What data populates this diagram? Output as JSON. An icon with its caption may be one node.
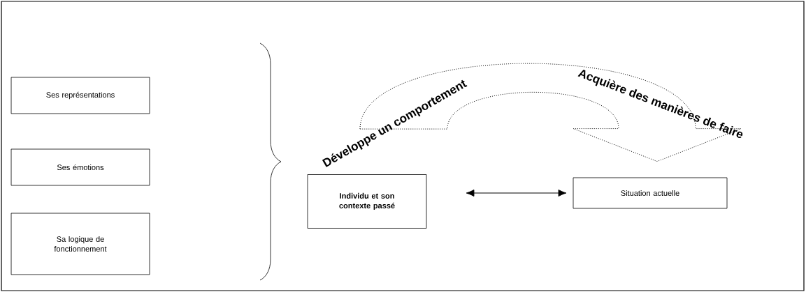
{
  "diagram": {
    "nodes": [
      {
        "text": [
          "Ses représentations"
        ]
      },
      {
        "text": [
          "Ses émotions"
        ]
      },
      {
        "text": [
          "Sa logique de fonctionnement"
        ]
      },
      {
        "text": [
          "Individu et son contexte passé"
        ]
      },
      {
        "text": [
          "Situation actuelle"
        ]
      }
    ],
    "edges": [
      {
        "from": 3,
        "to": 4,
        "arrow": "both"
      },
      {
        "from": 3,
        "to": 4,
        "arrow": "to",
        "style": "dashed"
      }
    ],
    "labels": [
      "Développe un comportement",
      "Acquière des manières de faire"
    ]
  }
}
